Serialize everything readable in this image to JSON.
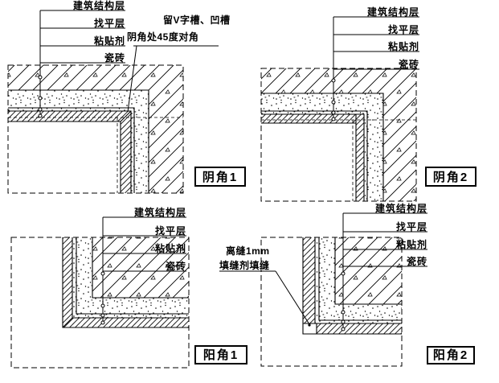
{
  "colors": {
    "background": "#ffffff",
    "ink": "#000000"
  },
  "panels": {
    "yin1": {
      "title": "阴角1",
      "layer_labels": [
        "建筑结构层",
        "找平层",
        "粘贴剂",
        "瓷砖"
      ],
      "note": {
        "line1": "留V字槽、凹槽",
        "line2": "阴角处45度对角"
      }
    },
    "yin2": {
      "title": "阴角2",
      "layer_labels": [
        "建筑结构层",
        "找平层",
        "粘贴剂",
        "瓷砖"
      ]
    },
    "yang1": {
      "title": "阳角1",
      "layer_labels": [
        "建筑结构层",
        "找平层",
        "粘贴剂",
        "瓷砖"
      ]
    },
    "yang2": {
      "title": "阳角2",
      "layer_labels": [
        "建筑结构层",
        "找平层",
        "粘贴剂",
        "瓷砖"
      ],
      "note": {
        "line1": "离缝1mm",
        "line2": "填缝剂填缝"
      }
    }
  }
}
